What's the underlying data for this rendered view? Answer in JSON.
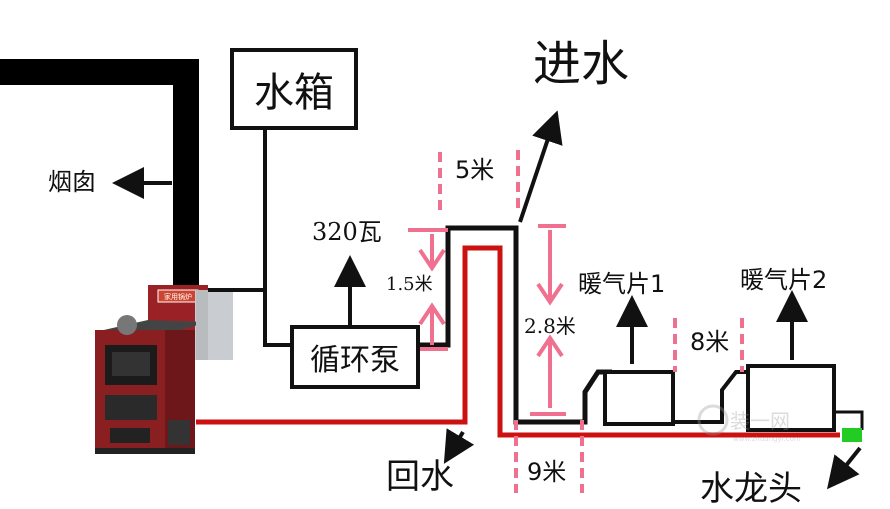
{
  "labels": {
    "water_tank": "水箱",
    "water_inlet": "进水",
    "chimney": "烟囱",
    "pump": "循环泵",
    "power": "320瓦",
    "dist_5m": "5米",
    "dist_1_5m": "1.5米",
    "dist_2_8m": "2.8米",
    "radiator_1": "暖气片1",
    "radiator_2": "暖气片2",
    "dist_8m": "8米",
    "return_water": "回水",
    "dist_9m": "9米",
    "faucet": "水龙头"
  },
  "stove_panel_text": "家用锅炉",
  "watermark": {
    "text": "装一网",
    "url": "www.zhuangyi.com"
  },
  "colors": {
    "supply_pipe": "#111111",
    "return_pipe": "#cc1111",
    "dimension_marks": "#f07090",
    "stove_body": "#8a1f22",
    "faucet_valve": "#22cc22"
  }
}
